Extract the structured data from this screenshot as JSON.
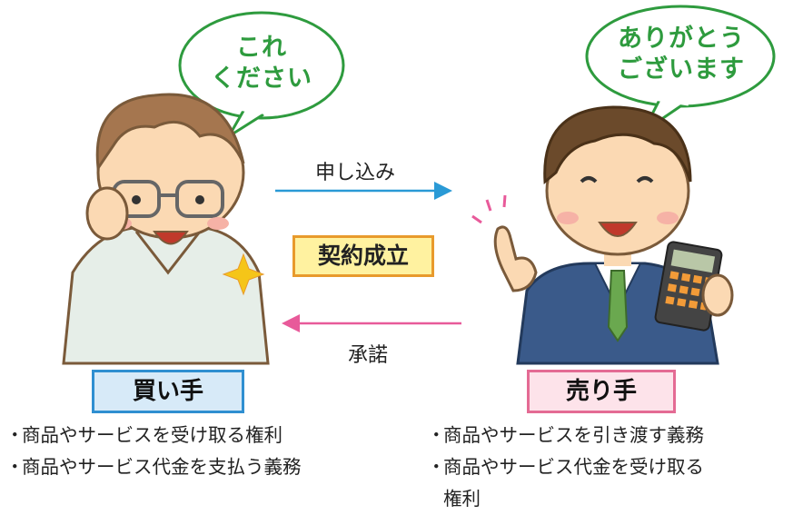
{
  "buyer": {
    "speech": [
      "これ",
      "ください"
    ],
    "role": "買い手",
    "items": [
      "商品やサービスを受け取る権利",
      "商品やサービス代金を支払う義務"
    ]
  },
  "seller": {
    "speech": [
      "ありがとう",
      "ございます"
    ],
    "role": "売り手",
    "items": [
      "商品やサービスを引き渡す義務",
      "商品やサービス代金を受け取る",
      "権利"
    ]
  },
  "arrows": {
    "offer": "申し込み",
    "contract": "契約成立",
    "acceptance": "承諾"
  },
  "bullet": "・",
  "colors": {
    "bubble_green": "#2e9b3e",
    "arrow_blue": "#2a9ad6",
    "arrow_pink": "#e85a9a",
    "buyer_box": "#d7eaf8",
    "buyer_border": "#2f8fd1",
    "seller_box": "#fde3ea",
    "seller_border": "#e46b94",
    "contract_fill": "#fff2a0",
    "contract_border": "#e89a2c"
  }
}
